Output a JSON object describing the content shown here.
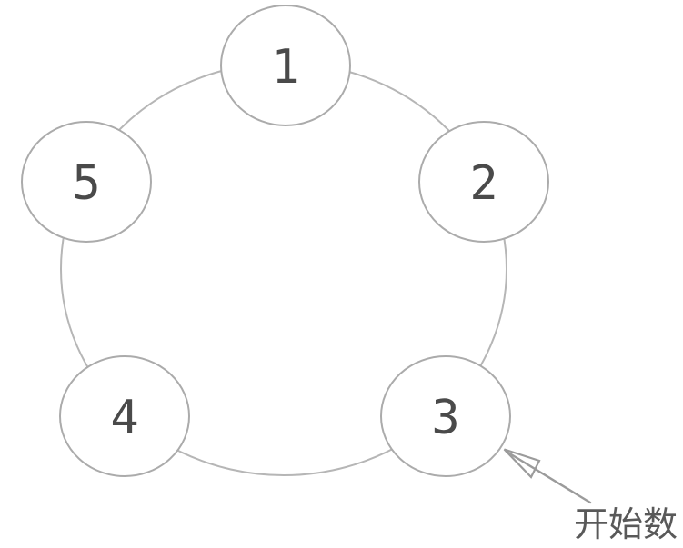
{
  "figure": {
    "description": "Five numbered circles arranged clockwise on a ring; an arrow labels circle 3 as the starting point for counting",
    "nodes": [
      {
        "label": "1"
      },
      {
        "label": "2"
      },
      {
        "label": "3"
      },
      {
        "label": "4"
      },
      {
        "label": "5"
      }
    ],
    "annotation": {
      "text": "开始数",
      "points_to": "3"
    },
    "colors": {
      "ring_stroke": "#b6b6b6",
      "node_stroke": "#ababab",
      "node_fill": "#ffffff",
      "number_color": "#4a4a4a",
      "arrow_color": "#9b9b9b",
      "annotation_text_color": "#595959",
      "background": "#ffffff"
    }
  }
}
